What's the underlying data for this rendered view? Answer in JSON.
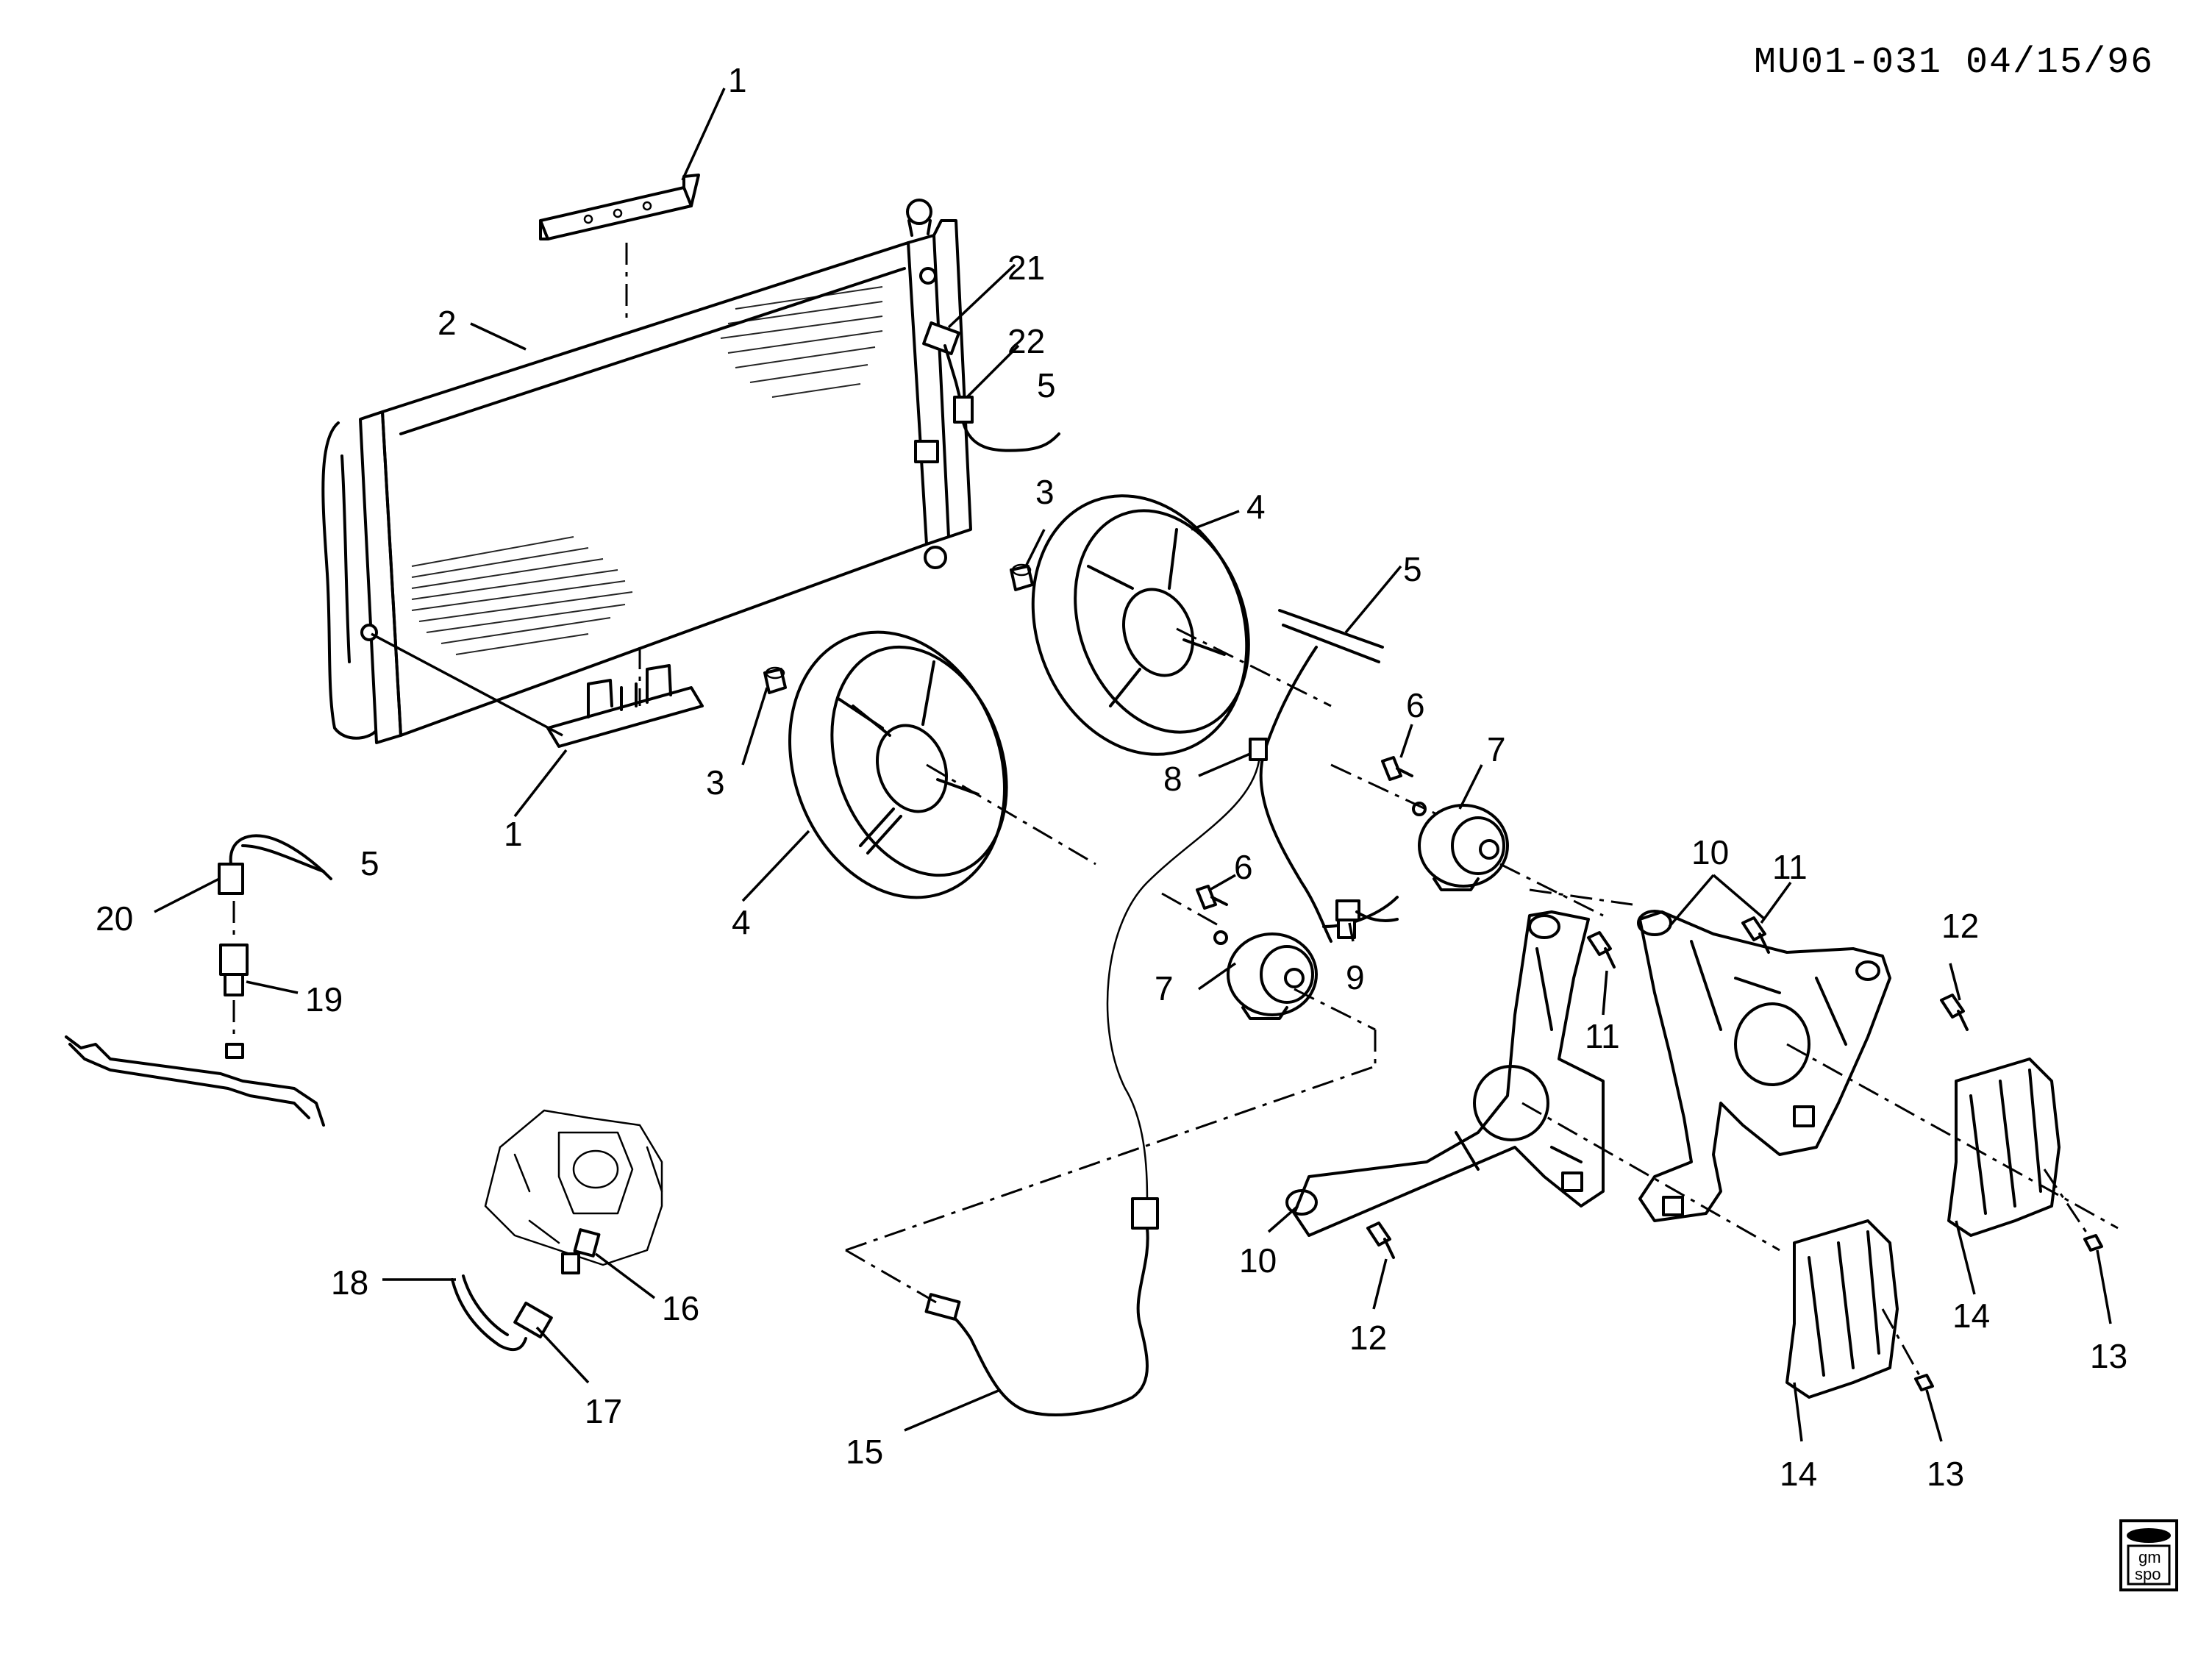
{
  "header": {
    "drawing_id": "MU01-031 04/15/96"
  },
  "logo": {
    "line1": "gm",
    "line2": "spo"
  },
  "callouts": [
    {
      "id": "c1a",
      "text": "1"
    },
    {
      "id": "c1b",
      "text": "1"
    },
    {
      "id": "c2",
      "text": "2"
    },
    {
      "id": "c3a",
      "text": "3"
    },
    {
      "id": "c3b",
      "text": "3"
    },
    {
      "id": "c4a",
      "text": "4"
    },
    {
      "id": "c4b",
      "text": "4"
    },
    {
      "id": "c5a",
      "text": "5"
    },
    {
      "id": "c5b",
      "text": "5"
    },
    {
      "id": "c5c",
      "text": "5"
    },
    {
      "id": "c6a",
      "text": "6"
    },
    {
      "id": "c6b",
      "text": "6"
    },
    {
      "id": "c7a",
      "text": "7"
    },
    {
      "id": "c7b",
      "text": "7"
    },
    {
      "id": "c8",
      "text": "8"
    },
    {
      "id": "c9",
      "text": "9"
    },
    {
      "id": "c10a",
      "text": "10"
    },
    {
      "id": "c10b",
      "text": "10"
    },
    {
      "id": "c11a",
      "text": "11"
    },
    {
      "id": "c11b",
      "text": "11"
    },
    {
      "id": "c12a",
      "text": "12"
    },
    {
      "id": "c12b",
      "text": "12"
    },
    {
      "id": "c13a",
      "text": "13"
    },
    {
      "id": "c13b",
      "text": "13"
    },
    {
      "id": "c14a",
      "text": "14"
    },
    {
      "id": "c14b",
      "text": "14"
    },
    {
      "id": "c15",
      "text": "15"
    },
    {
      "id": "c16",
      "text": "16"
    },
    {
      "id": "c17",
      "text": "17"
    },
    {
      "id": "c18",
      "text": "18"
    },
    {
      "id": "c19",
      "text": "19"
    },
    {
      "id": "c20",
      "text": "20"
    },
    {
      "id": "c21",
      "text": "21"
    },
    {
      "id": "c22",
      "text": "22"
    }
  ]
}
